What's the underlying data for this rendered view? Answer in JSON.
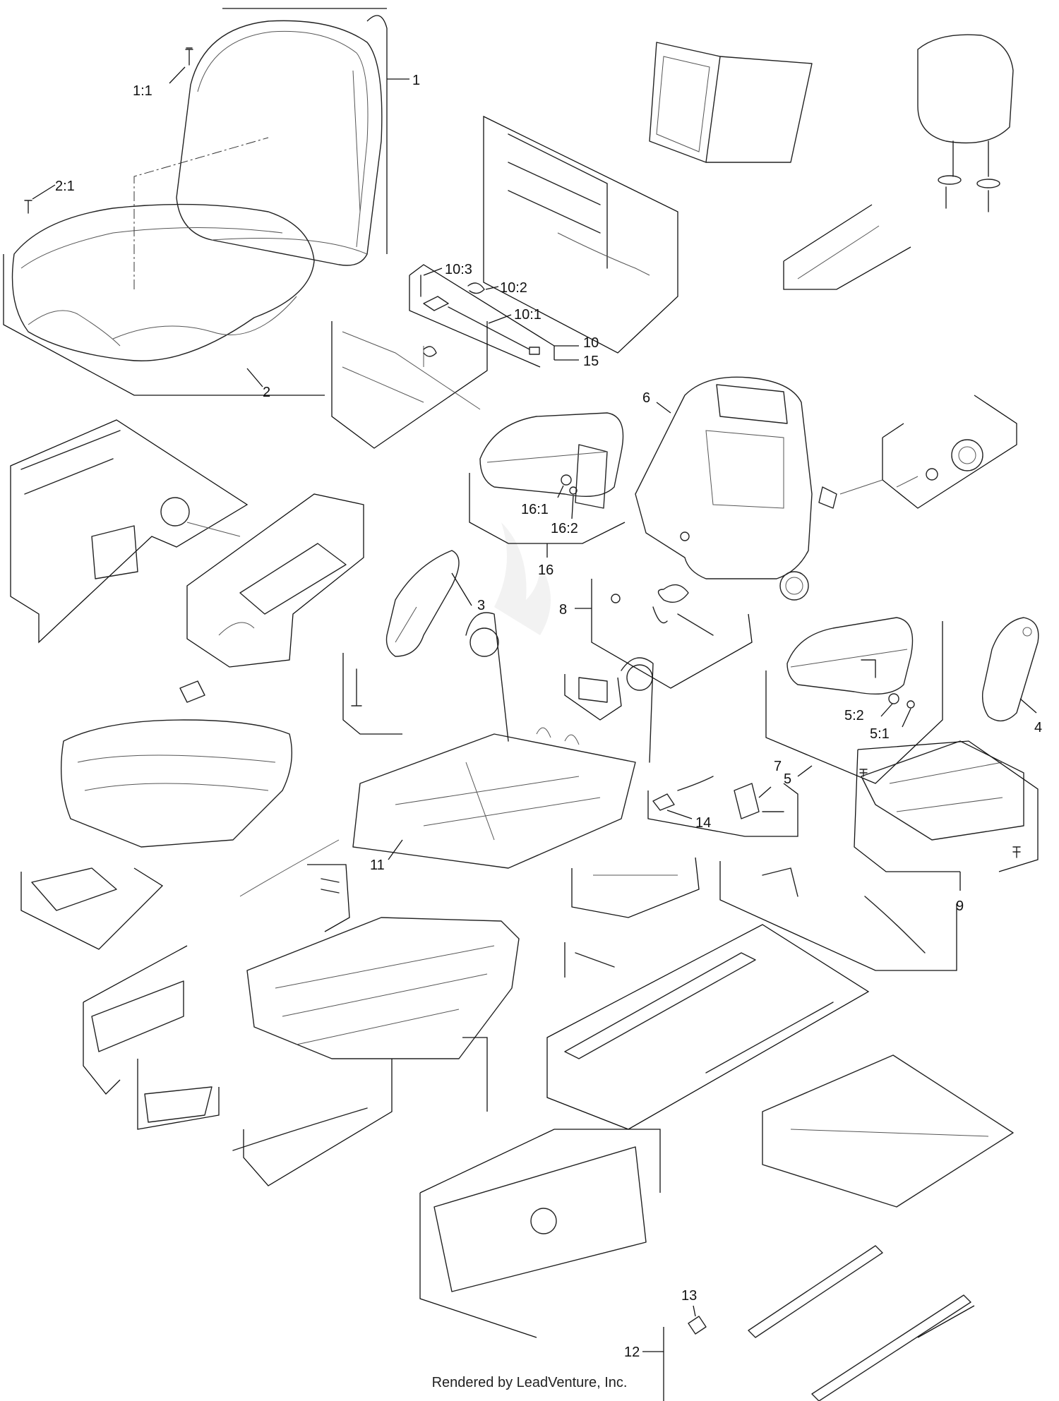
{
  "footer": {
    "credit": "Rendered by LeadVenture, Inc."
  },
  "callouts": {
    "c1_1": "1:1",
    "c1": "1",
    "c2_1": "2:1",
    "c2": "2",
    "c10_3": "10:3",
    "c10_2": "10:2",
    "c10_1": "10:1",
    "c10": "10",
    "c15": "15",
    "c6": "6",
    "c16_1": "16:1",
    "c16_2": "16:2",
    "c16": "16",
    "c3": "3",
    "c8": "8",
    "c5_2": "5:2",
    "c5_1": "5:1",
    "c5": "5",
    "c4": "4",
    "c7": "7",
    "c14": "14",
    "c11": "11",
    "c9": "9",
    "c13": "13",
    "c12": "12"
  },
  "colors": {
    "line": "#222222",
    "background": "#ffffff"
  }
}
